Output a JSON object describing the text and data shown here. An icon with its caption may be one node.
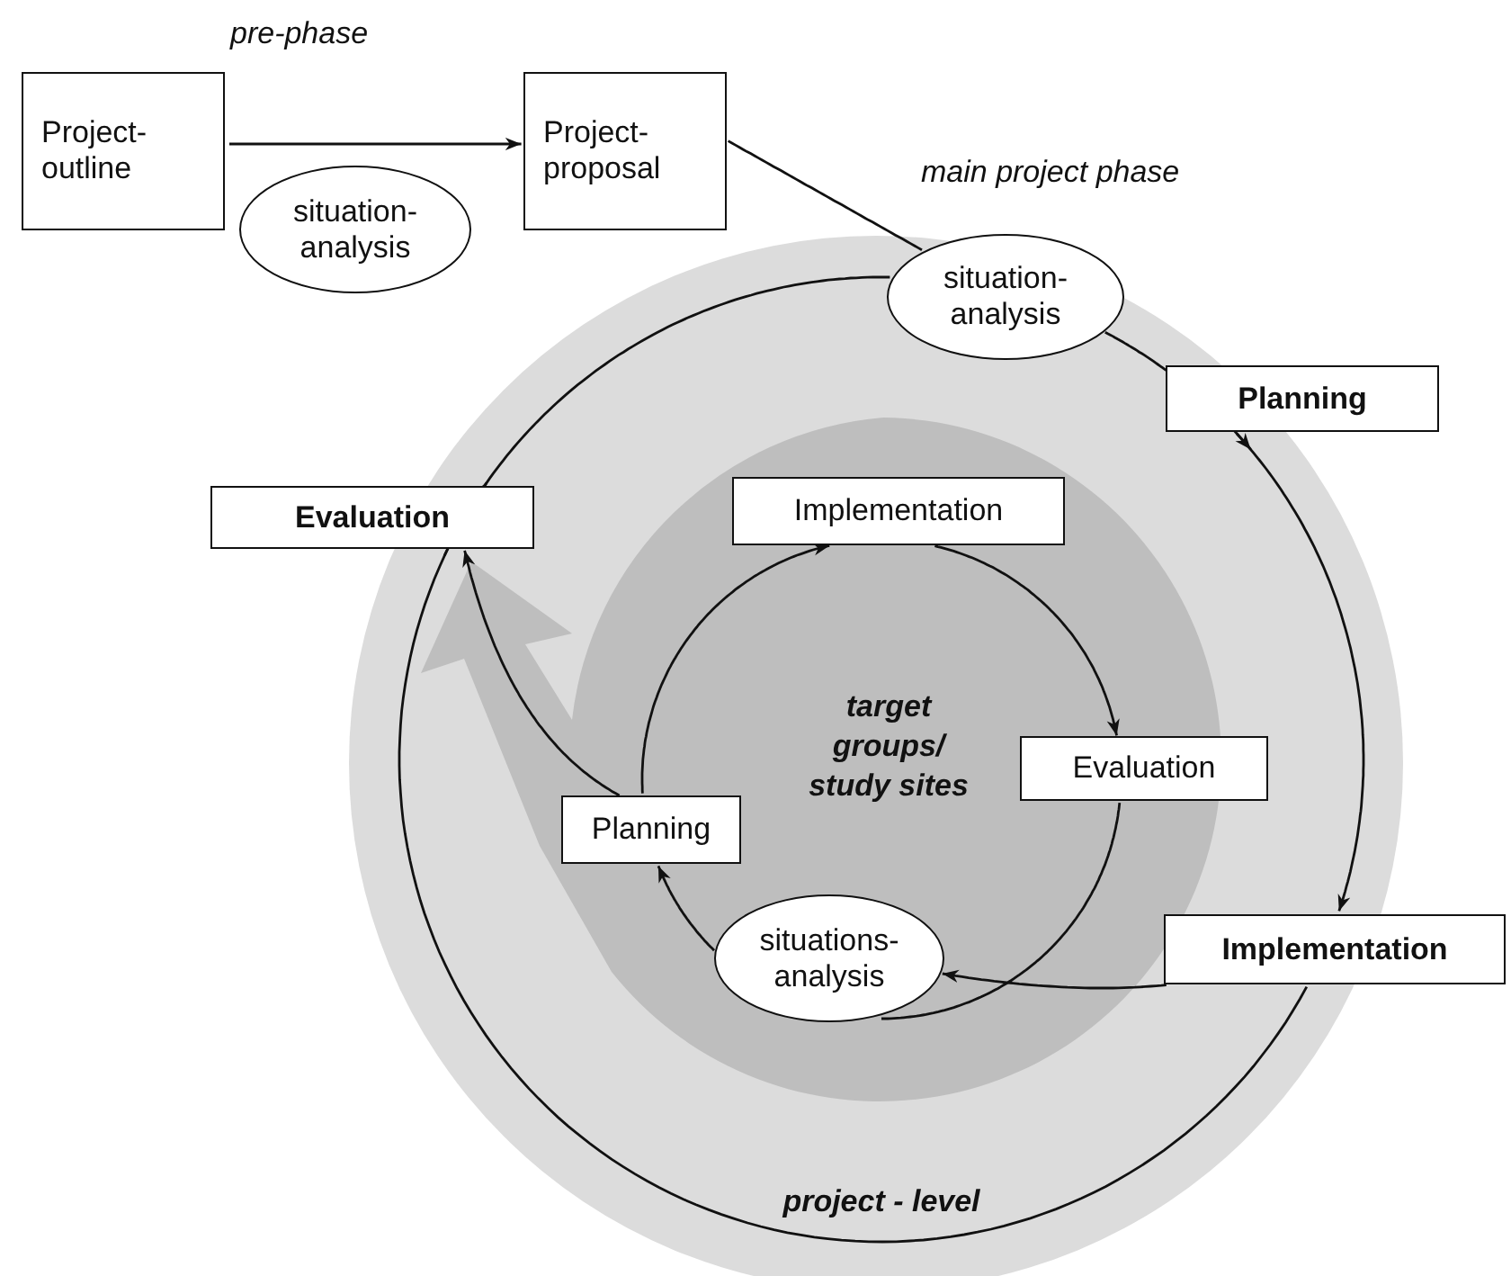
{
  "diagram": {
    "nodes": [
      {
        "text": [
          "Project-outline"
        ]
      },
      {
        "text": [
          "situation-analysis"
        ]
      },
      {
        "text": [
          "Project-proposal"
        ]
      },
      {
        "text": [
          "situation-analysis"
        ]
      },
      {
        "text": [
          "Planning"
        ]
      },
      {
        "text": [
          "Evaluation"
        ]
      },
      {
        "text": [
          "Implementation"
        ]
      },
      {
        "text": [
          "Evaluation"
        ]
      },
      {
        "text": [
          "Planning"
        ]
      },
      {
        "text": [
          "situations-analysis"
        ]
      },
      {
        "text": [
          "Implementation"
        ]
      }
    ],
    "edges": [
      {
        "from": 0,
        "to": 2,
        "arrow": "to"
      },
      {
        "from": 2,
        "to": 3,
        "arrow": "none"
      },
      {
        "from": 3,
        "to": 4,
        "arrow": "to"
      },
      {
        "from": 4,
        "to": 10,
        "arrow": "to"
      },
      {
        "from": 10,
        "to": 5,
        "arrow": "to"
      },
      {
        "from": 5,
        "to": 3,
        "arrow": "none"
      },
      {
        "from": 10,
        "to": 9,
        "arrow": "to"
      },
      {
        "from": 9,
        "to": 8,
        "arrow": "to"
      },
      {
        "from": 8,
        "to": 6,
        "arrow": "to"
      },
      {
        "from": 6,
        "to": 7,
        "arrow": "to"
      },
      {
        "from": 7,
        "to": 9,
        "arrow": "none"
      },
      {
        "from": 8,
        "to": 5,
        "arrow": "to"
      }
    ],
    "labels": [
      "pre-phase",
      "main project phase",
      "target groups/ study sites",
      "project - level"
    ]
  }
}
